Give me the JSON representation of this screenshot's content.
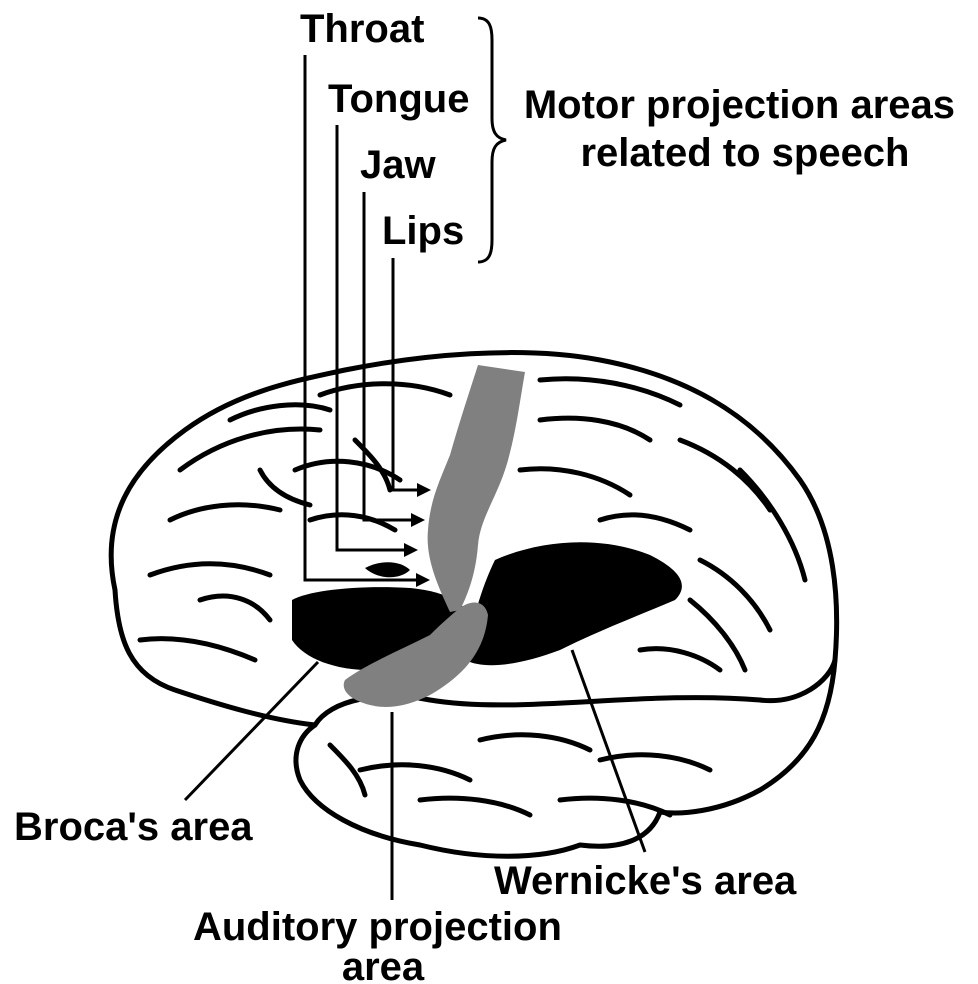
{
  "labels": {
    "throat": "Throat",
    "tongue": "Tongue",
    "jaw": "Jaw",
    "lips": "Lips",
    "motor_line1": "Motor projection areas",
    "motor_line2": "related to speech",
    "broca": "Broca's area",
    "wernicke": "Wernicke's area",
    "auditory_line1": "Auditory projection",
    "auditory_line2": "area"
  },
  "colors": {
    "ink": "#000000",
    "motor_strip": "#808080",
    "auditory_strip": "#808080",
    "speech_regions": "#000000",
    "background": "#ffffff"
  }
}
